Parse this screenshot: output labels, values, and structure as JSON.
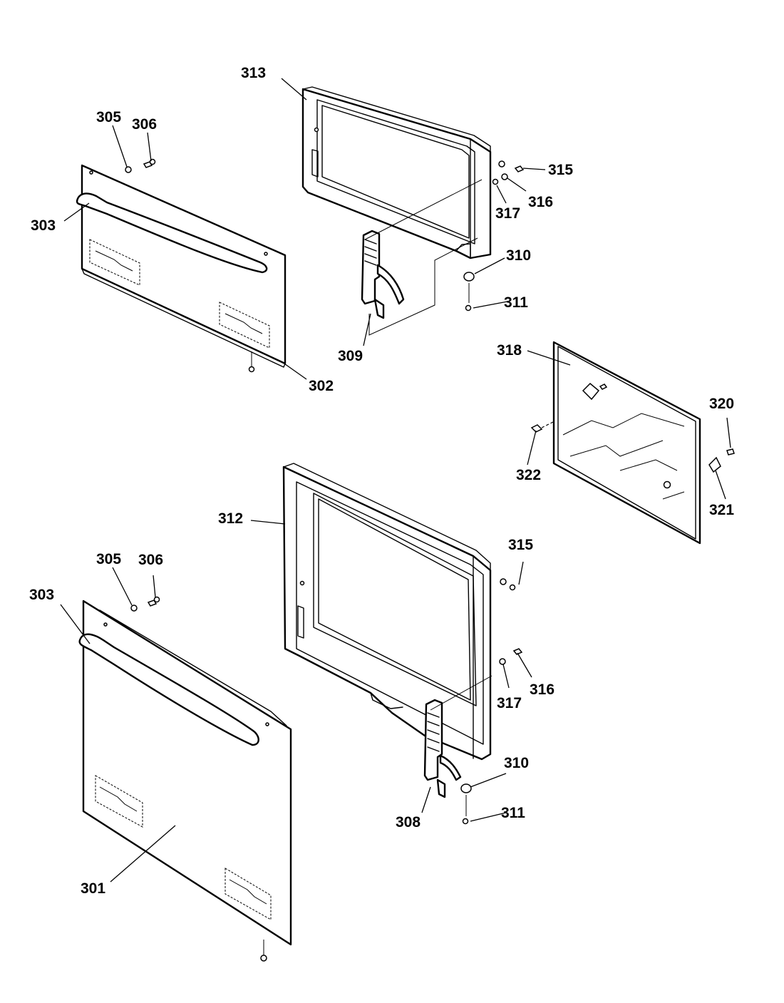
{
  "diagram": {
    "type": "exploded-parts-view",
    "colors": {
      "ink": "#000000",
      "paper": "#ffffff"
    },
    "callouts": {
      "c313": "313",
      "c305_top": "305",
      "c306_top": "306",
      "c303_top": "303",
      "c315_top": "315",
      "c316_top": "316",
      "c317_top": "317",
      "c310_top": "310",
      "c311_top": "311",
      "c309": "309",
      "c302": "302",
      "c318": "318",
      "c320": "320",
      "c322": "322",
      "c321": "321",
      "c312": "312",
      "c305_bot": "305",
      "c306_bot": "306",
      "c303_bot": "303",
      "c315_bot": "315",
      "c317_bot": "317",
      "c316_bot": "316",
      "c310_bot": "310",
      "c311_bot": "311",
      "c308": "308",
      "c301": "301"
    }
  }
}
